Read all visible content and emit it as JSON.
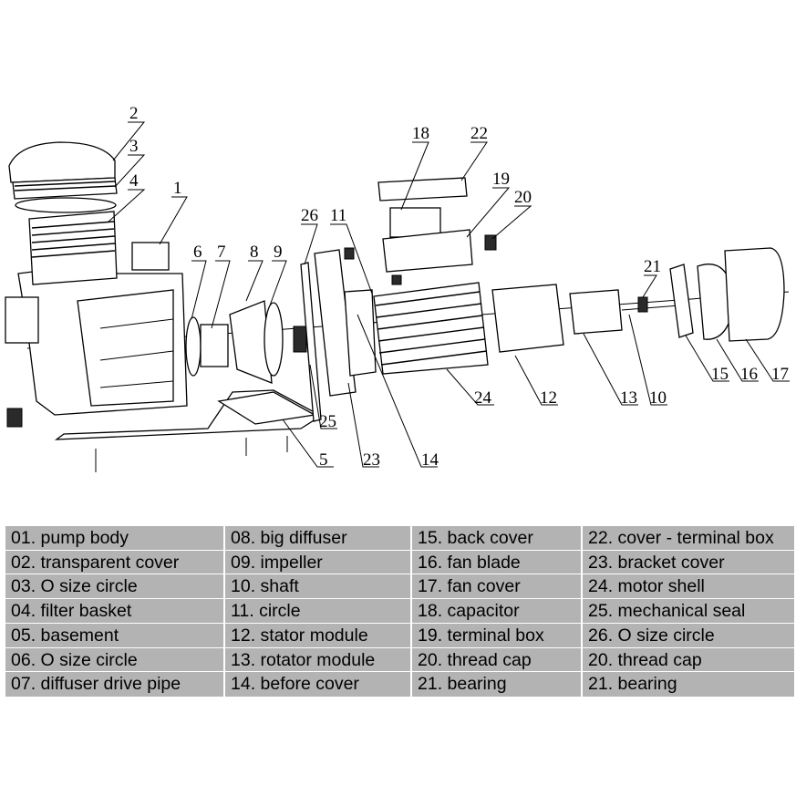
{
  "callouts": [
    "2",
    "3",
    "4",
    "1",
    "6",
    "7",
    "8",
    "9",
    "26",
    "11",
    "18",
    "22",
    "19",
    "20",
    "21",
    "24",
    "12",
    "13",
    "10",
    "15",
    "16",
    "17",
    "25",
    "5",
    "23",
    "14"
  ],
  "legend": [
    [
      "01. pump body",
      "08. big diffuser",
      "15. back cover",
      "22. cover - terminal box"
    ],
    [
      "02. transparent cover",
      "09. impeller",
      "16. fan blade",
      "23. bracket cover"
    ],
    [
      "03. O size circle",
      "10. shaft",
      "17. fan cover",
      "24. motor shell"
    ],
    [
      "04. filter basket",
      "11. circle",
      "18. capacitor",
      "25. mechanical seal"
    ],
    [
      "05. basement",
      "12. stator module",
      "19. terminal box",
      "26. O size circle"
    ],
    [
      "06. O size circle",
      "13. rotator module",
      "20. thread cap",
      "20. thread cap"
    ],
    [
      "07. diffuser drive pipe",
      "14. before cover",
      "21. bearing",
      "21. bearing"
    ]
  ]
}
